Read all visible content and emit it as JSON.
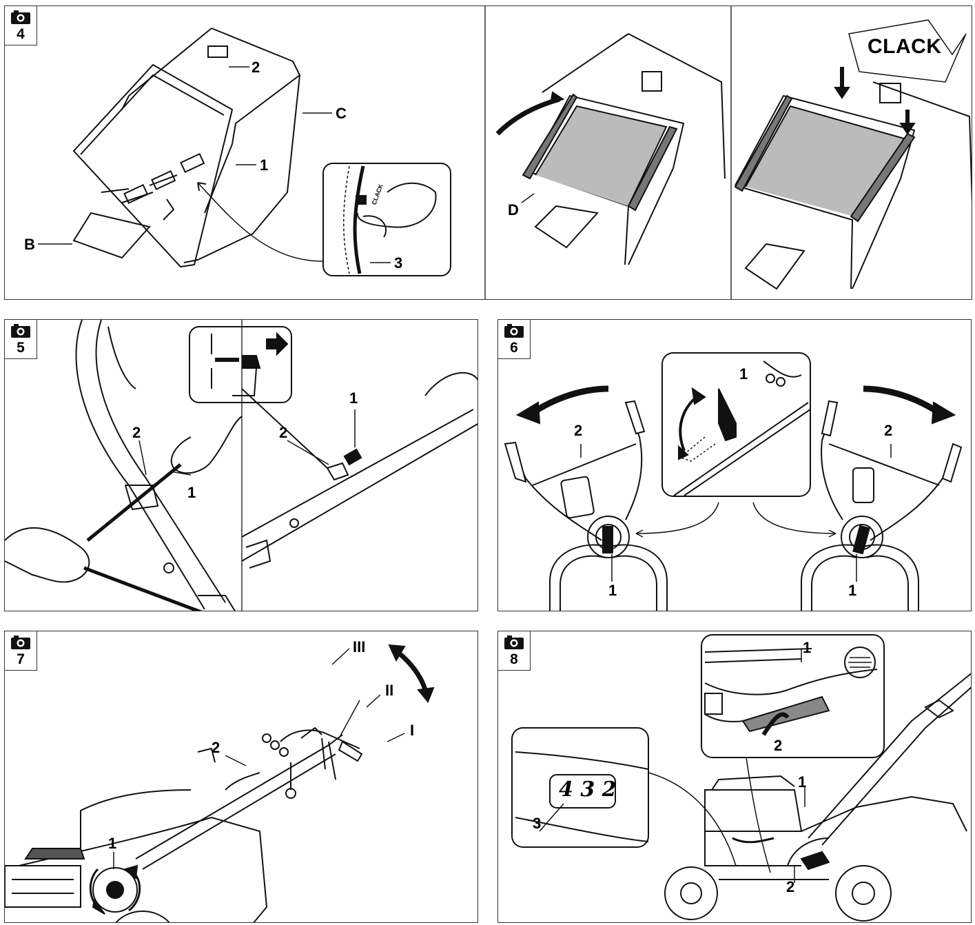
{
  "figures": {
    "fig4": {
      "number": "4",
      "icon": "camera-icon",
      "labels": {
        "part2": "2",
        "partC": "C",
        "part1": "1",
        "partB": "B",
        "part3": "3",
        "partD": "D"
      },
      "inset_sound": "CLACK",
      "sound_burst": "CLACK"
    },
    "fig5": {
      "number": "5",
      "icon": "camera-icon",
      "labels": {
        "left2": "2",
        "left1": "1",
        "right2": "2",
        "right1": "1"
      }
    },
    "fig6": {
      "number": "6",
      "icon": "camera-icon",
      "labels": {
        "inset1": "1",
        "left2": "2",
        "left1": "1",
        "right2": "2",
        "right1": "1"
      }
    },
    "fig7": {
      "number": "7",
      "icon": "camera-icon",
      "labels": {
        "pos3": "III",
        "pos2": "II",
        "pos1": "I",
        "part2": "2",
        "part1": "1"
      }
    },
    "fig8": {
      "number": "8",
      "icon": "camera-icon",
      "labels": {
        "inset1": "1",
        "inset2": "2",
        "inset3": "3",
        "mower1": "1",
        "mower2": "2"
      },
      "gauge_digits": "4 3 2"
    }
  }
}
